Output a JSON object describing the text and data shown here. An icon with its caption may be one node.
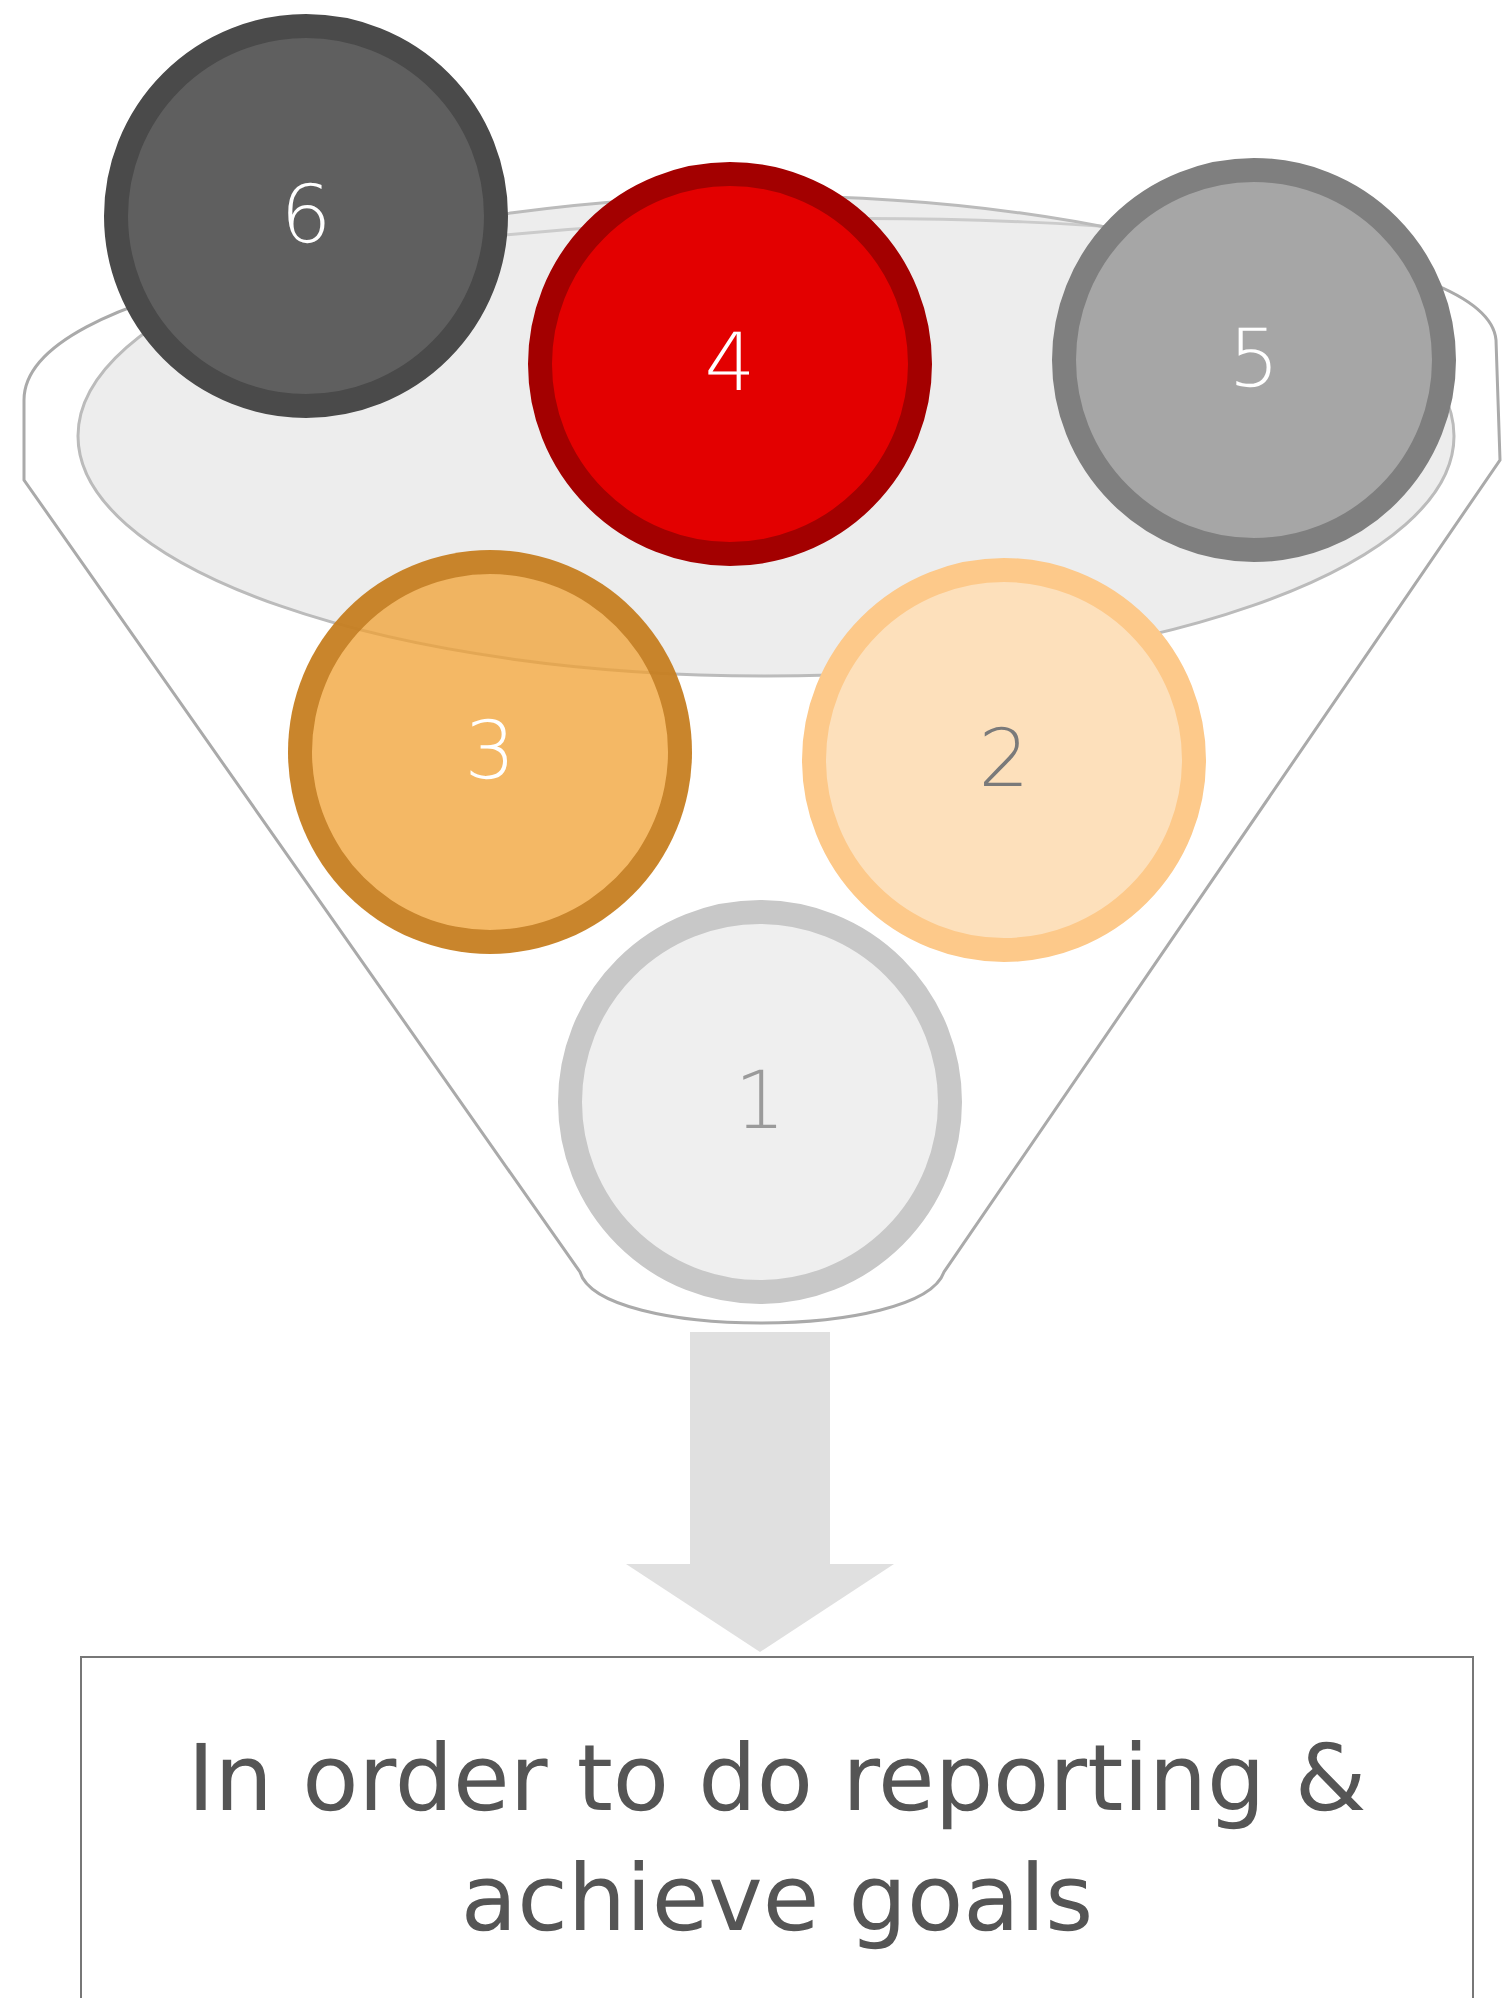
{
  "diagram": {
    "nodes": [
      {
        "text": [],
        "shape": "funnel"
      },
      {
        "text": [
          "6"
        ]
      },
      {
        "text": [
          "4"
        ]
      },
      {
        "text": [
          "5"
        ]
      },
      {
        "text": [
          "3"
        ],
        "in": 0
      },
      {
        "text": [
          "2"
        ],
        "in": 0
      },
      {
        "text": [
          "1"
        ],
        "in": 0
      },
      {
        "text": [
          "In order to do reporting & achieve goals"
        ]
      }
    ],
    "edges": [
      {
        "from": 0,
        "to": 7,
        "arrow": "to"
      }
    ]
  }
}
